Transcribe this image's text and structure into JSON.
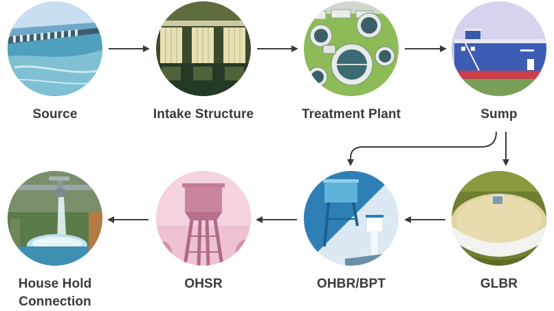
{
  "stages": {
    "source": {
      "label": "Source"
    },
    "intake": {
      "label": "Intake Structure"
    },
    "treatment": {
      "label": "Treatment Plant"
    },
    "sump": {
      "label": "Sump"
    },
    "glbr": {
      "label": "GLBR"
    },
    "ohbr": {
      "label": "OHBR/BPT"
    },
    "ohsr": {
      "label": "OHSR"
    },
    "household": {
      "label_line1": "House Hold",
      "label_line2": "Connection"
    }
  },
  "colors": {
    "label": "#3a3a3a",
    "arrow": "#3a3a3a",
    "water": "#4aa3c8",
    "sky": "#bcd9ee",
    "grass": "#7fb04a",
    "pink_tint": "#e9a9c4"
  }
}
